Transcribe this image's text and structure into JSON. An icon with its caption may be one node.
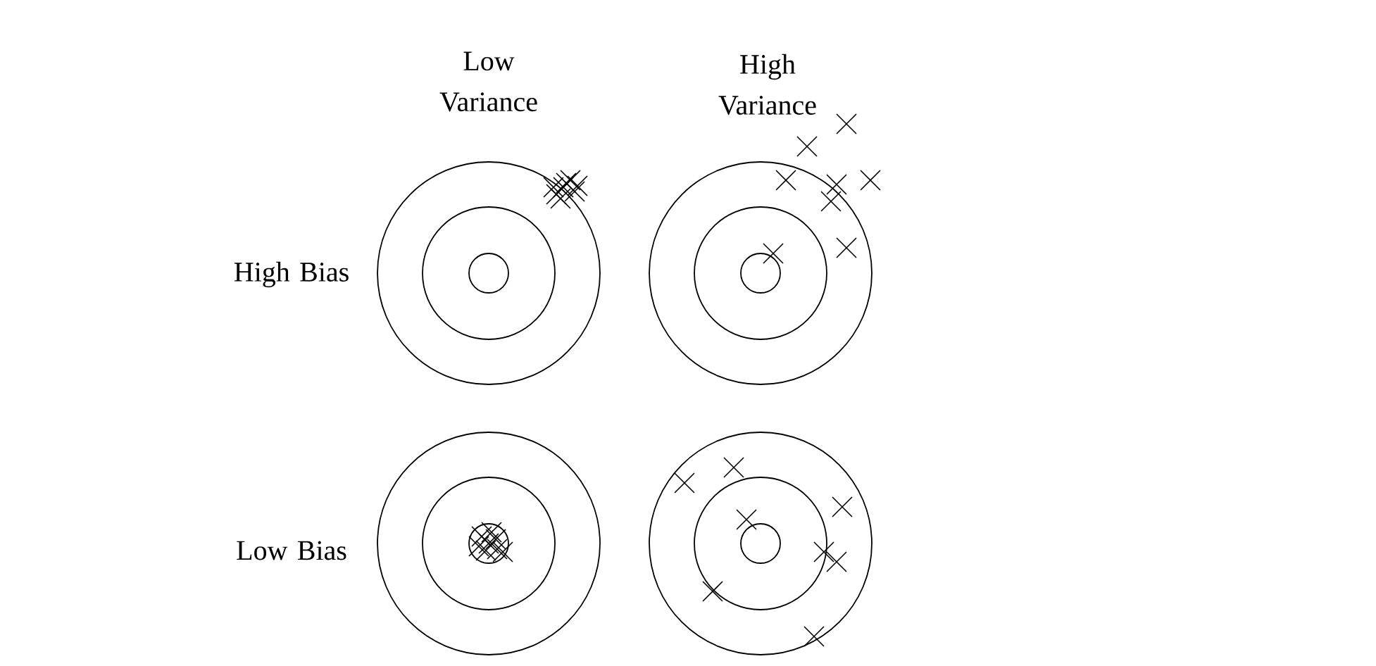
{
  "diagram": {
    "labels": [
      "Low Variance",
      "High Variance",
      "High Bias",
      "Low Bias"
    ]
  }
}
